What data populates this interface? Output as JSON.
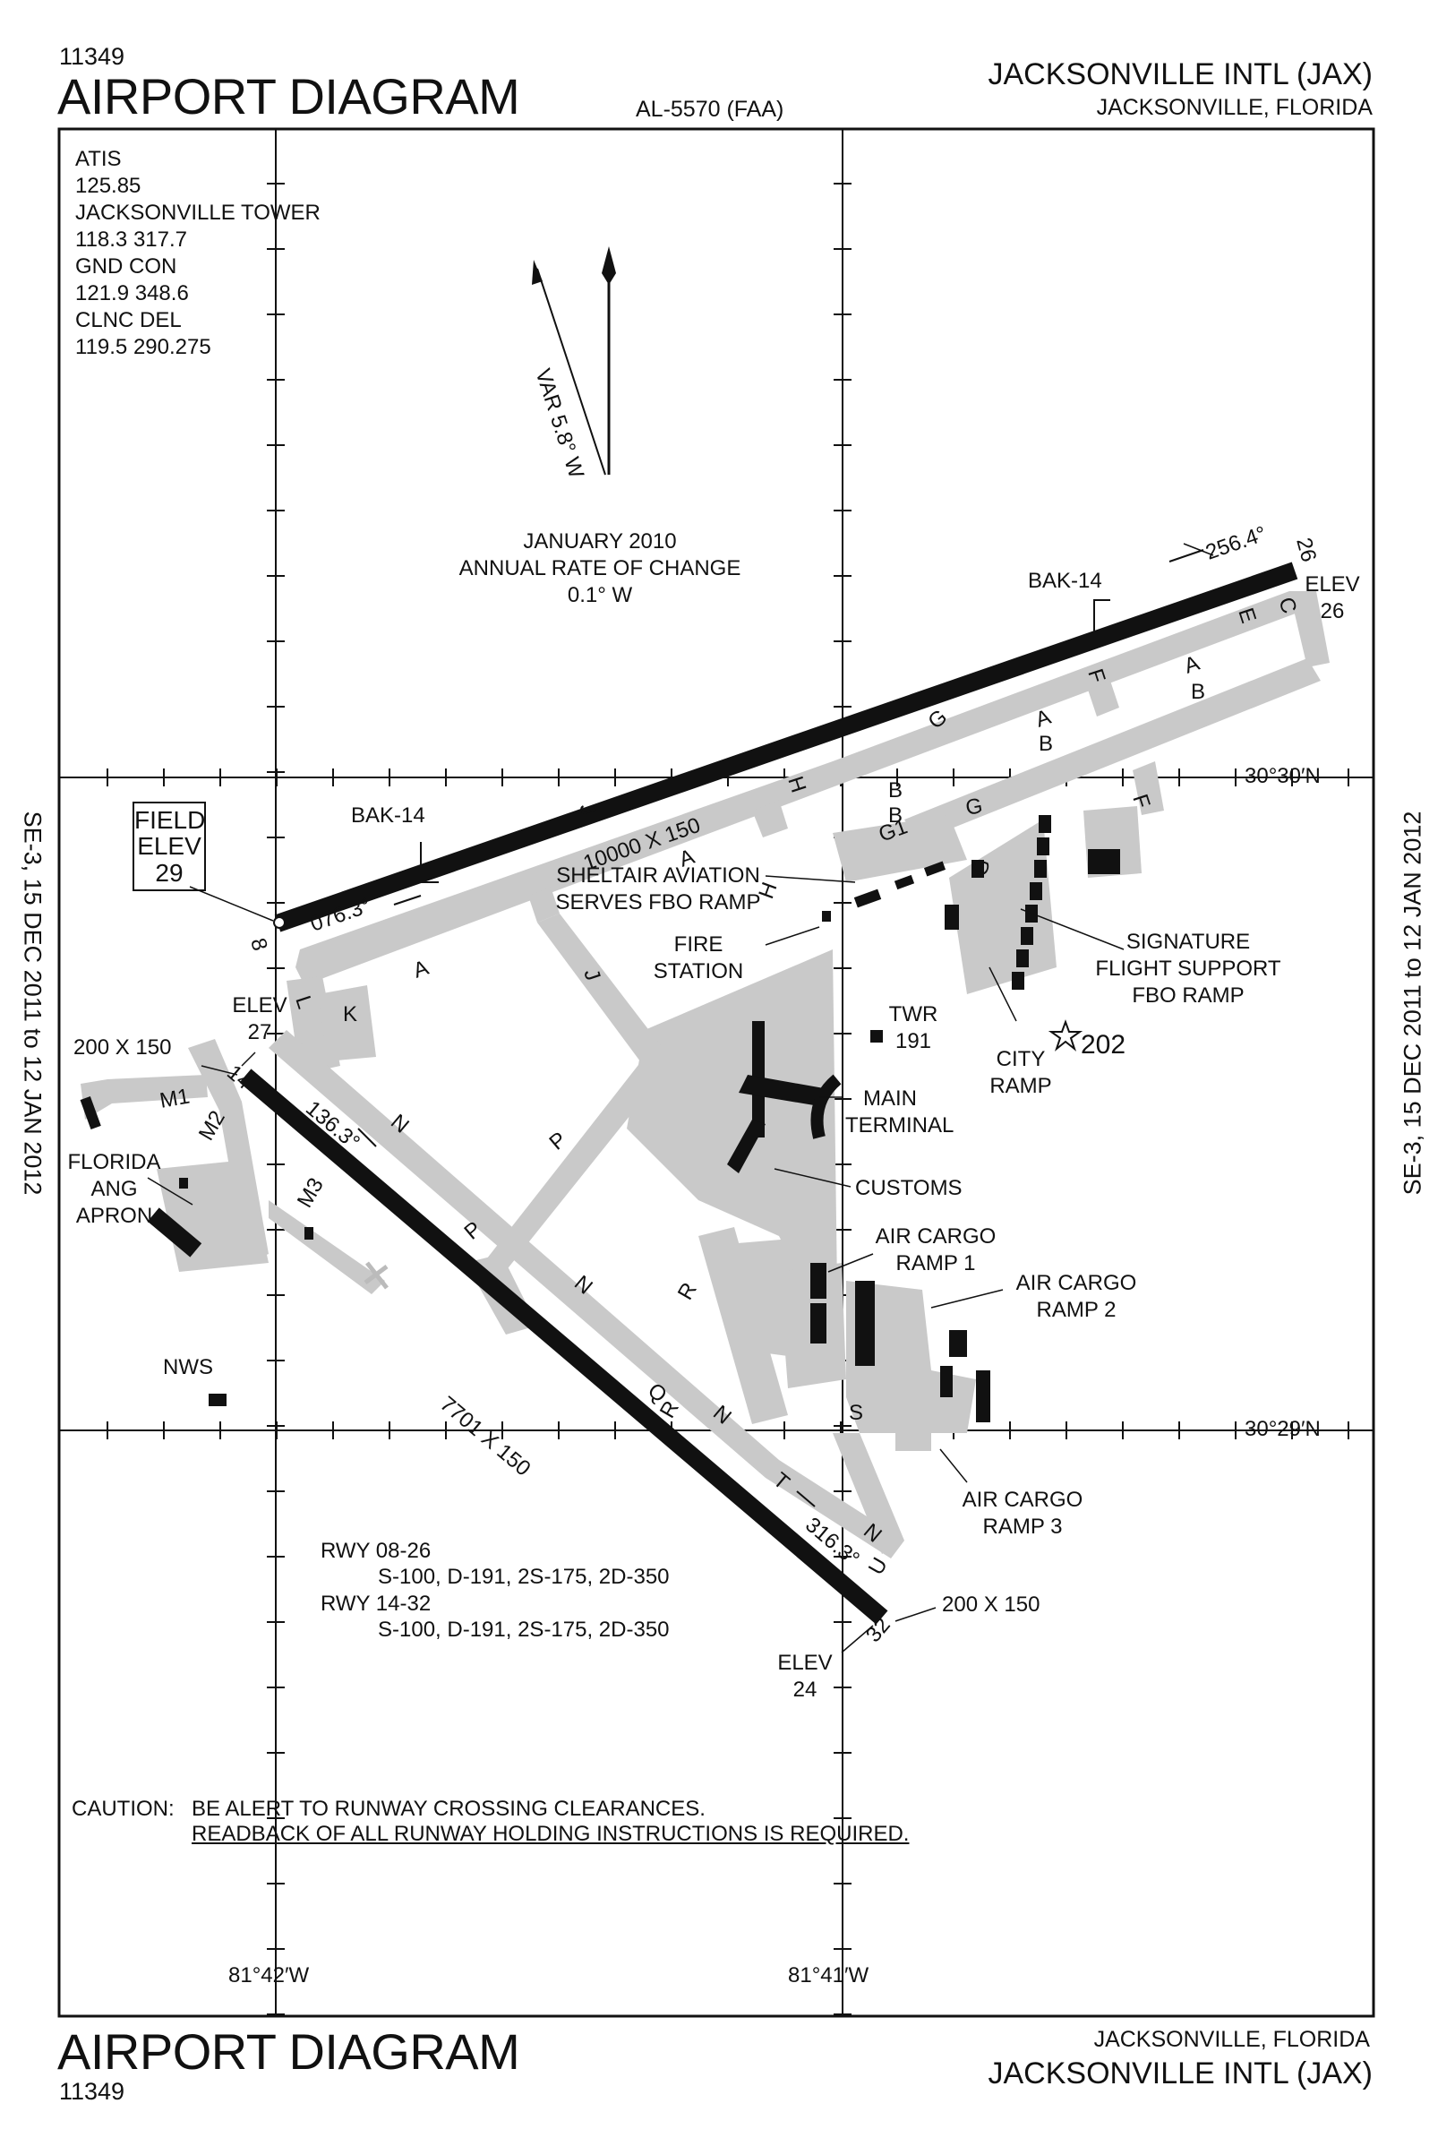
{
  "header": {
    "doc_number": "11349",
    "title": "AIRPORT DIAGRAM",
    "al_number": "AL-5570 (FAA)",
    "airport_name": "JACKSONVILLE INTL (JAX)",
    "city_state": "JACKSONVILLE, FLORIDA"
  },
  "footer": {
    "doc_number": "11349",
    "title": "AIRPORT DIAGRAM",
    "city_state": "JACKSONVILLE, FLORIDA",
    "airport_name": "JACKSONVILLE INTL (JAX)"
  },
  "side_text": {
    "left": "SE-3, 15 DEC 2011 to 12 JAN 2012",
    "right": "SE-3, 15 DEC 2011 to 12 JAN 2012"
  },
  "frequencies": {
    "atis_label": "ATIS",
    "atis": "125.85",
    "tower_label": "JACKSONVILLE TOWER",
    "tower": "118.3  317.7",
    "gnd_label": "GND CON",
    "gnd": "121.9  348.6",
    "clnc_label": "CLNC DEL",
    "clnc": "119.5  290.275"
  },
  "magnetic": {
    "variation": "VAR 5.8° W",
    "date": "JANUARY 2010",
    "rate_label": "ANNUAL RATE OF CHANGE",
    "rate": "0.1° W"
  },
  "field_elev": {
    "line1": "FIELD",
    "line2": "ELEV",
    "value": "29"
  },
  "runways": {
    "r08_26": {
      "dimensions": "10000 X 150",
      "heading_08": "076.3°",
      "heading_26": "256.4°",
      "end_08": "8",
      "end_26": "26",
      "elev_26_label": "ELEV",
      "elev_26": "26",
      "bak_west": "BAK-14",
      "bak_east": "BAK-14"
    },
    "r14_32": {
      "dimensions": "7701 X 150",
      "heading_14": "136.3°",
      "heading_32": "316.3°",
      "end_14": "14",
      "end_32": "32",
      "elev_14_label": "ELEV",
      "elev_14": "27",
      "elev_32_label": "ELEV",
      "elev_32": "24",
      "blast_14": "200  X 150",
      "blast_32": "200  X 150"
    }
  },
  "taxiways": {
    "A": "A",
    "B": "B",
    "C": "C",
    "E": "E",
    "F": "F",
    "G": "G",
    "G1": "G1",
    "H": "H",
    "J": "J",
    "K": "K",
    "L": "L",
    "M1": "M1",
    "M2": "M2",
    "M3": "M3",
    "N": "N",
    "P": "P",
    "Q": "Q",
    "R": "R",
    "S": "S",
    "T": "T",
    "U": "U"
  },
  "facilities": {
    "sheltair_1": "SHELTAIR AVIATION",
    "sheltair_2": "SERVES FBO RAMP",
    "fire_1": "FIRE",
    "fire_2": "STATION",
    "twr_1": "TWR",
    "twr_2": "191",
    "beacon_elev": "202",
    "city_1": "CITY",
    "city_2": "RAMP",
    "signature_1": "SIGNATURE",
    "signature_2": "FLIGHT SUPPORT",
    "signature_3": "FBO RAMP",
    "terminal_1": "MAIN",
    "terminal_2": "TERMINAL",
    "customs": "CUSTOMS",
    "cargo1_1": "AIR CARGO",
    "cargo1_2": "RAMP 1",
    "cargo2_1": "AIR CARGO",
    "cargo2_2": "RAMP 2",
    "cargo3_1": "AIR CARGO",
    "cargo3_2": "RAMP 3",
    "ang_1": "FLORIDA",
    "ang_2": "ANG",
    "ang_3": "APRON",
    "nws": "NWS"
  },
  "coordinates": {
    "lat_north": "30°30′N",
    "lat_south": "30°29′N",
    "lon_west": "81°42′W",
    "lon_east": "81°41′W"
  },
  "strength": {
    "rwy1_label": "RWY 08-26",
    "rwy1_values": "S-100, D-191, 2S-175, 2D-350",
    "rwy2_label": "RWY 14-32",
    "rwy2_values": "S-100, D-191, 2S-175, 2D-350"
  },
  "caution": {
    "label": "CAUTION:",
    "line1": "BE ALERT TO RUNWAY CROSSING CLEARANCES.",
    "line2": "READBACK OF ALL RUNWAY HOLDING INSTRUCTIONS IS REQUIRED."
  }
}
